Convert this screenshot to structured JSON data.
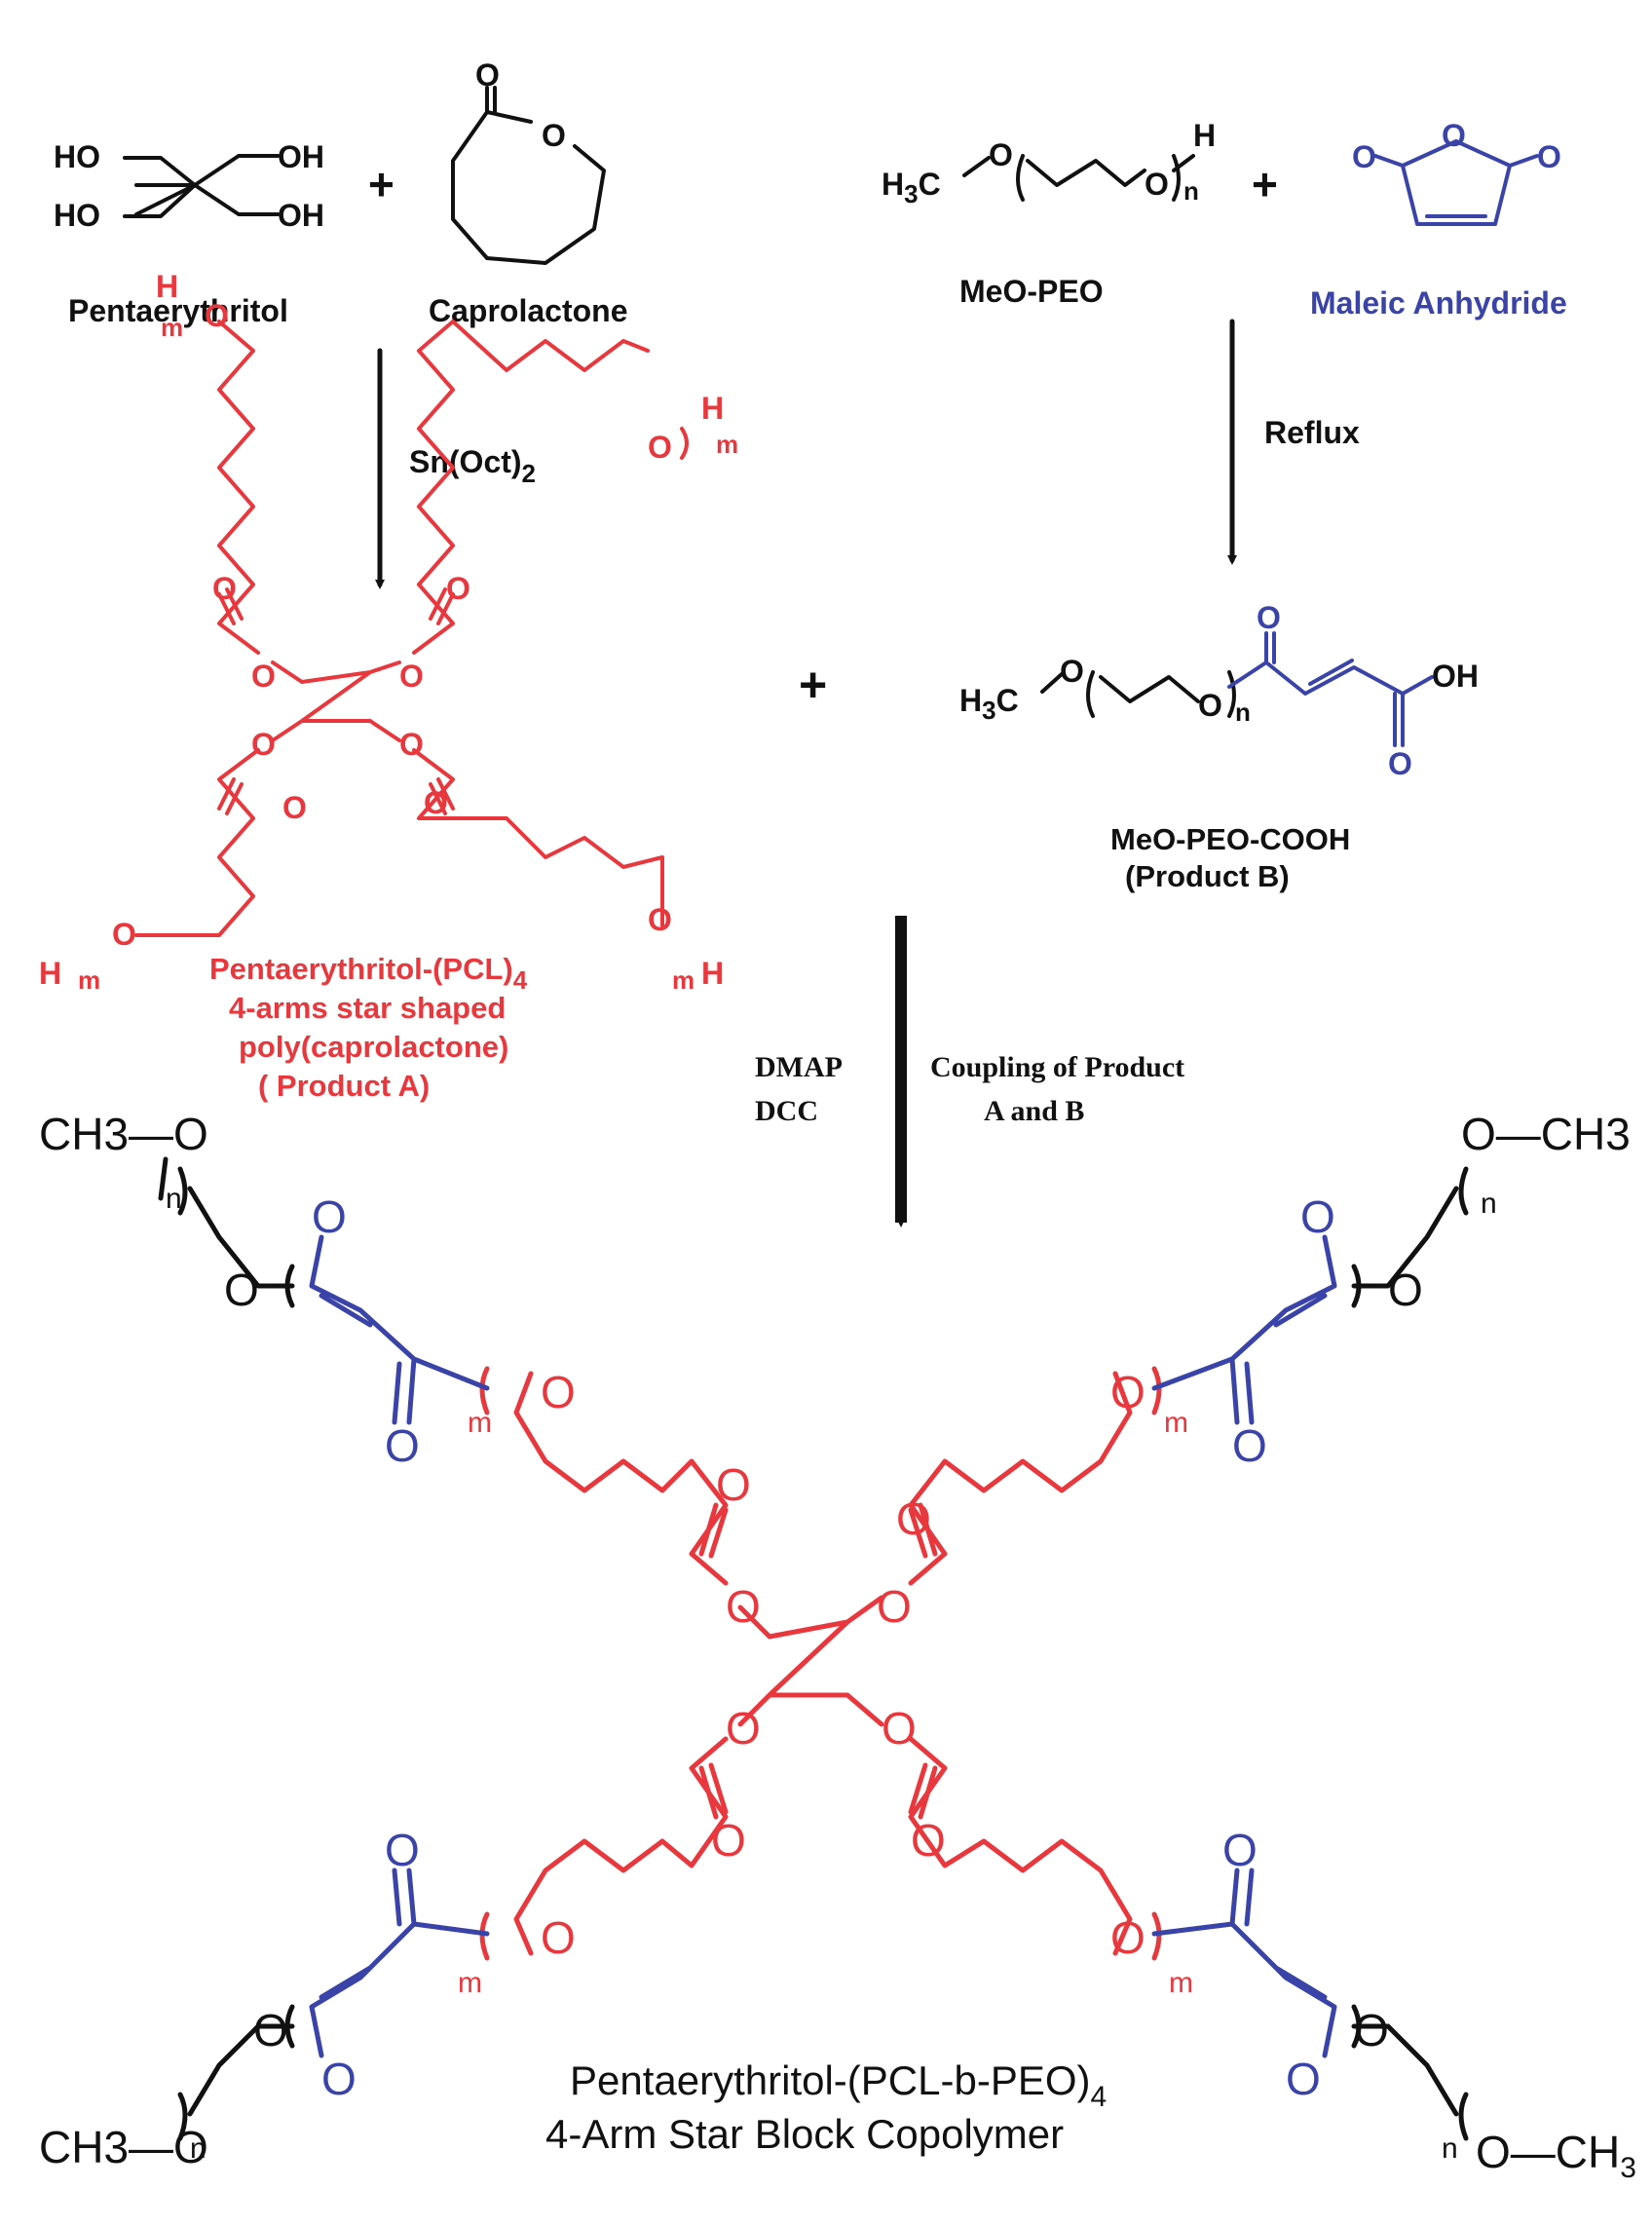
{
  "colors": {
    "black": "#111111",
    "red": "#e8383d",
    "blue": "#3a44a8"
  },
  "reactants": {
    "pentaerythritol": {
      "name": "Pentaerythritol",
      "ho_left": "HO",
      "oh_right": "OH"
    },
    "caprolactone": {
      "name": "Caprolactone",
      "o": "O"
    },
    "meo_peo": {
      "name": "MeO-PEO",
      "h3c": "H",
      "h3c_sub": "3",
      "c": "C",
      "o": "O",
      "h": "H",
      "n": "n"
    },
    "maleic_anhydride": {
      "name": "Maleic Anhydride",
      "o": "O"
    },
    "plus": "+"
  },
  "steps": {
    "step1": {
      "catalyst": "Sn(Oct)",
      "catalyst_sub": "2"
    },
    "step2": {
      "condition": "Reflux"
    },
    "step3": {
      "reagent_1": "DMAP",
      "reagent_2": "DCC",
      "note_1": "Coupling of  Product",
      "note_2": "A and B"
    }
  },
  "products": {
    "product_a": {
      "line1": "Pentaerythritol-(PCL)",
      "line1_sub": "4",
      "line2": "4-arms star shaped",
      "line3": "poly(caprolactone)",
      "line4": "( Product A)",
      "h": "H",
      "m": "m",
      "o": "O"
    },
    "product_b": {
      "line1": "MeO-PEO-COOH",
      "line2": "(Product B)",
      "oh": "OH",
      "o": "O",
      "n": "n"
    },
    "final": {
      "line1": "Pentaerythritol-(PCL-b-PEO)",
      "line1_sub": "4",
      "line2": "4-Arm Star Block Copolymer",
      "ch3_o": "CH3",
      "ch3_sub_text": "CH",
      "ch3_sub": "3",
      "o": "O",
      "m": "m",
      "n": "n"
    }
  }
}
